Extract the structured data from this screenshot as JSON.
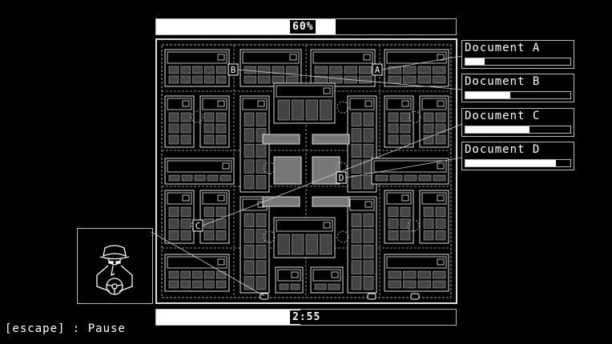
{
  "top_bar": {
    "label": "60%",
    "progress": 0.6
  },
  "timer_bar": {
    "label": "2:55",
    "progress": 0.48
  },
  "documents": [
    {
      "name": "Document A",
      "progress": 0.18
    },
    {
      "name": "Document B",
      "progress": 0.43
    },
    {
      "name": "Document C",
      "progress": 0.61
    },
    {
      "name": "Document D",
      "progress": 0.86
    }
  ],
  "markers": [
    "A",
    "B",
    "C",
    "D"
  ],
  "portrait": {
    "icon": "spy-driver-icon"
  },
  "hint": "[escape] : Pause",
  "colors": {
    "background": "#000000",
    "foreground": "#ffffff",
    "line": "#bbbbbb"
  }
}
